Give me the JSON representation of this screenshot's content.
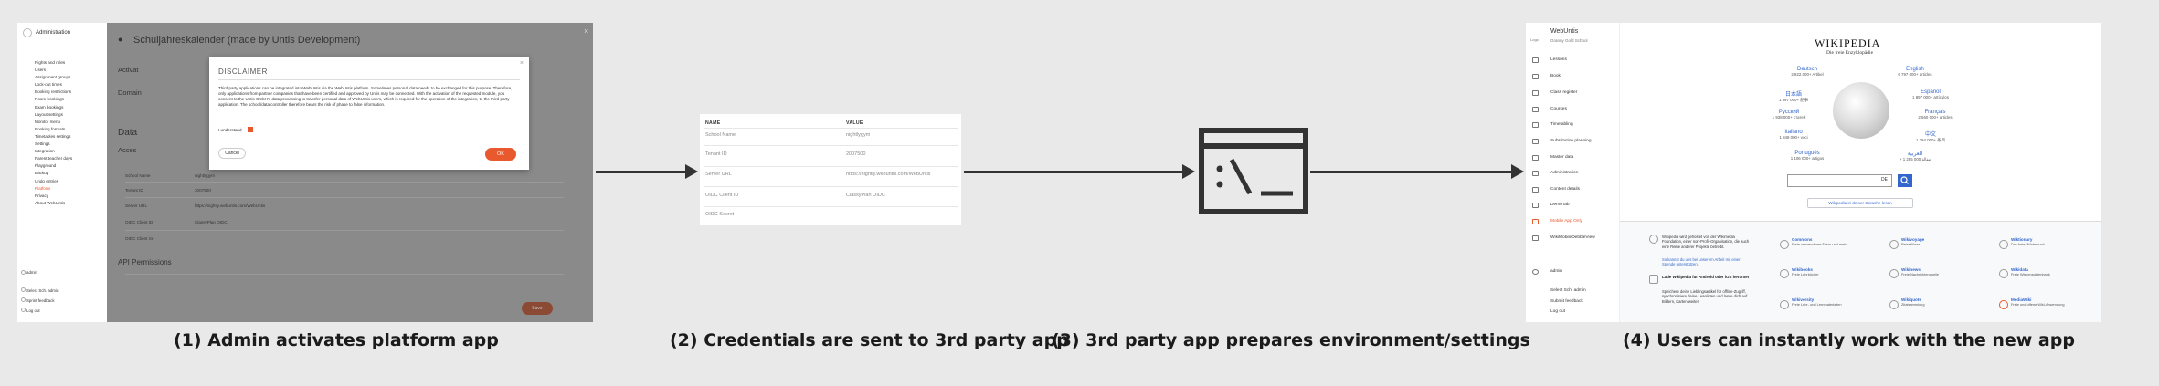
{
  "captions": {
    "step1": "(1) Admin activates platform app",
    "step2": "(2) Credentials are sent to 3rd party app",
    "step3": "(3) 3rd party app prepares environment/settings",
    "step4": "(4) Users can instantly work with the new app"
  },
  "panel1": {
    "sidebar_title": "Administration",
    "menu": [
      "Rights and roles",
      "Users",
      "Assignment groups",
      "Lock-out times",
      "Booking restrictions",
      "Room bookings",
      "Exam bookings",
      "Layout settings",
      "Monitor menu",
      "Booking formats",
      "Timetables settings",
      "Settings",
      "Integration",
      "Parent teacher days",
      "Playground",
      "Backup",
      "Undo entries",
      "Platform",
      "Privacy",
      "About WebUntis"
    ],
    "active_item": "Platform",
    "footer": [
      "admin",
      "Select Sch. admin",
      "Sprint feedback",
      "Log out"
    ],
    "app_title": "Schuljahreskalender (made by Untis Development)",
    "labels": [
      "Activat",
      "Domain",
      "Data",
      "Acces",
      "School Name",
      "Tenant ID",
      "Server URL",
      "OIDC Client ID",
      "OIDC Client Se",
      "API Permissions"
    ],
    "values": [
      "nightlygym",
      "2007500",
      "https://nightly.webuntis.com/WebUntis",
      "ClassyPlan OIDC"
    ],
    "modal": {
      "title": "DISCLAIMER",
      "body": "Third party applications can be integrated into WebUntis via the WebUntis platform. Sometimes personal data needs to be exchanged for this purpose. Therefore, only applications from partner companies that have been certified and approved by Untis may be connected. With the activation of the requested module, you consent to the Untis GmbH's data processing to transfer personal data of WebUntis users, which is required for the operation of the integration, to the third-party application. The school/data controller therefore bears the risk of phase to false information.",
      "checkbox_label": "I understand",
      "cancel": "Cancel",
      "ok": "OK"
    },
    "save": "Save"
  },
  "panel2": {
    "headers": [
      "NAME",
      "VALUE"
    ],
    "rows": [
      [
        "School Name",
        "nightlygym"
      ],
      [
        "Tenant ID",
        "2007500"
      ],
      [
        "Server URL",
        "https://nightly.webuntis.com/WebUntis"
      ],
      [
        "OIDC Client ID",
        "ClassyPlan OIDC"
      ],
      [
        "OIDC Secret",
        ""
      ]
    ]
  },
  "panel3": {
    "terminal_text": ":\\_"
  },
  "panel4": {
    "brand": "WebUntis",
    "subtitle": "Granny Gold School",
    "logo_text": "Logo",
    "menu": [
      "Lessons",
      "Book",
      "Class register",
      "Courses",
      "Timetabling",
      "Substitution planning",
      "Master data",
      "Administration",
      "Content details",
      "DemoTab",
      "Mobile App Only",
      "WikiMobileDebbleView"
    ],
    "active_item": "Mobile App Only",
    "footer": [
      "admin",
      "Select Sch. admin",
      "Submit feedback",
      "Log out"
    ],
    "wiki_title": "WIKIPEDIA",
    "wiki_sub": "Die freie Enzyklopädie",
    "languages": [
      {
        "name": "Deutsch",
        "count": "2.822.000+ Artikel"
      },
      {
        "name": "English",
        "count": "6 797 000+ articles"
      },
      {
        "name": "日本語",
        "count": "1 397 000+ 記事"
      },
      {
        "name": "Español",
        "count": "1 897 000+ artículos"
      },
      {
        "name": "Русский",
        "count": "1 938 000+ статей"
      },
      {
        "name": "Français",
        "count": "2 560 000+ articles"
      },
      {
        "name": "Italiano",
        "count": "1 848 000+ voci"
      },
      {
        "name": "中文",
        "count": "1 394 000+ 条目"
      },
      {
        "name": "Português",
        "count": "1 106 000+ artigos"
      },
      {
        "name": "العربية",
        "count": "+ 1 255 000 مقالة"
      }
    ],
    "search_lang": "DE",
    "download_button": "Wikipedia in deiner Sprache lesen",
    "foundation_text": "Wikipedia wird gehostet von der Wikimedia Foundation, einer non-Profit-Organisation, die auch eine Reihe anderer Projekte betreibt.",
    "foundation_link": "So kannst du uns bei unserem Arbeit mit einer Spende unterstützen.",
    "app_title": "Lade Wikipedia für Android oder iOS herunter",
    "app_text": "Speichere deine Lieblingsartikel für offline-Zugriff, synchronisiere deine Leselisten und lasse dich auf Bildern, Karten weiter.",
    "projects": [
      {
        "name": "Commons",
        "desc": "Freie verwendbare Fotos und mehr"
      },
      {
        "name": "Wikivoyage",
        "desc": "Reiseführer"
      },
      {
        "name": "Wiktionary",
        "desc": "Das freie Wörterbuch"
      },
      {
        "name": "Wikibooks",
        "desc": "Freie Lehrbücher"
      },
      {
        "name": "Wikinews",
        "desc": "Freie Nachrichtenquelle"
      },
      {
        "name": "Wikidata",
        "desc": "Freie Wissensdatenbank"
      },
      {
        "name": "Wikiversity",
        "desc": "Freie Lehr- und Lernmaterialien"
      },
      {
        "name": "Wikiquote",
        "desc": "Zitatsammlung"
      },
      {
        "name": "MediaWiki",
        "desc": "Freie und offene Wiki-Anwendung"
      }
    ]
  }
}
